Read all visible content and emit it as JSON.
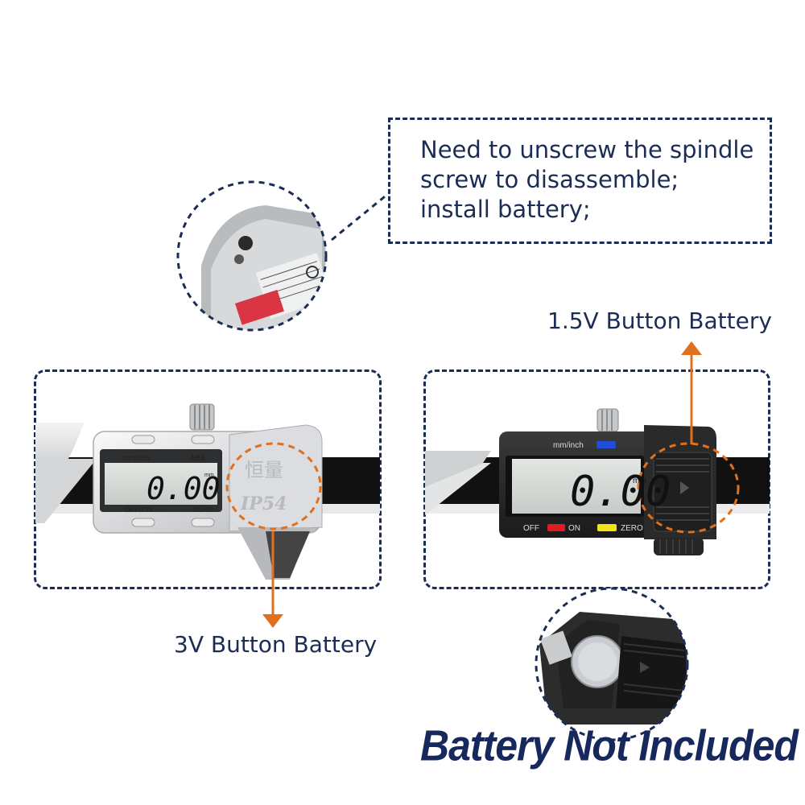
{
  "note": {
    "lines": [
      "Need to unscrew the spindle",
      "screw to disassemble;",
      "install battery;"
    ]
  },
  "left_caliper": {
    "unit_label": "mm/inch",
    "mode_label": "ABS",
    "reading": "0.00",
    "unit_suffix": "mm",
    "button_left": "OFF/ON",
    "button_right": "ZERO",
    "brand_mark": "恒量",
    "rating": "IP54"
  },
  "right_caliper": {
    "unit_label": "mm/inch",
    "reading": "0.00",
    "unit_suffix": "mm",
    "button_off": "OFF",
    "button_on": "ON",
    "button_zero": "ZERO"
  },
  "labels": {
    "battery_1v5": "1.5V Button Battery",
    "battery_3v": "3V Button Battery",
    "not_included": "Battery Not Included"
  },
  "colors": {
    "navy": "#1c2d55",
    "arrow": "#e0701e",
    "off_button": "#e21b23",
    "zero_button": "#f2e21a",
    "unit_button": "#1f4fd8",
    "lcd": "#d5dad6"
  }
}
